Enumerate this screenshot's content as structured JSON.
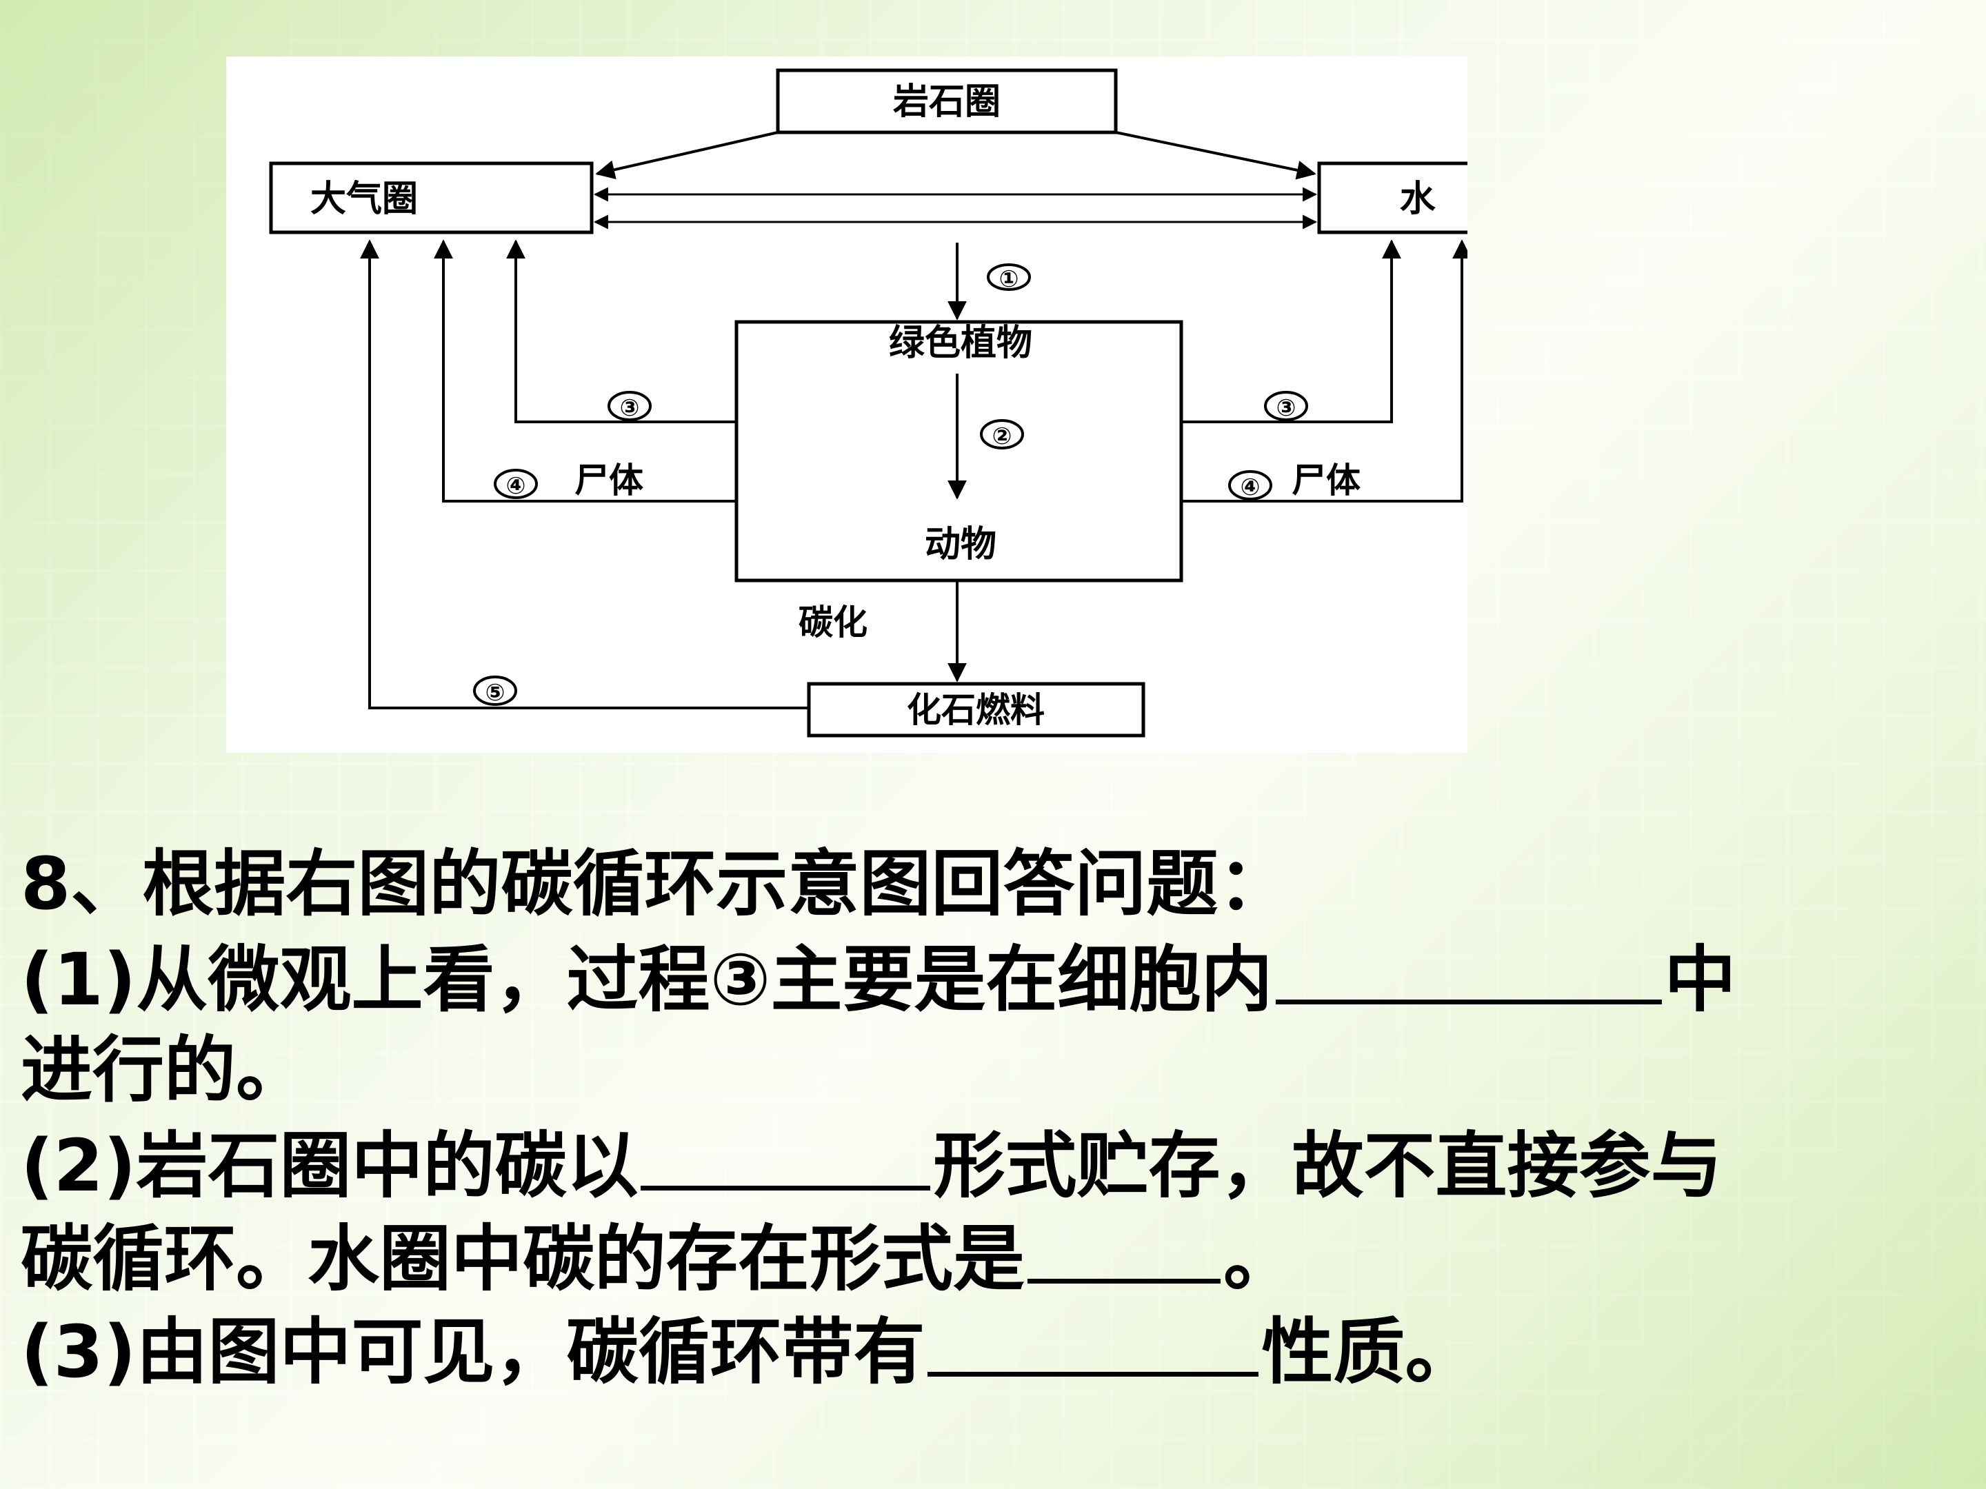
{
  "diagram": {
    "nodes": {
      "lithosphere": "岩石圈",
      "atmosphere": "大气圈",
      "hydrosphere": "水    圈",
      "plants": "绿色植物",
      "animals": "动物",
      "fossil_fuel": "化石燃料"
    },
    "edge_labels": {
      "p1": "①",
      "p2": "②",
      "p3_left": "③",
      "p3_right": "③",
      "p4_left": "④",
      "p4_right": "④",
      "corpse_left": "尸体",
      "corpse_right": "尸体",
      "carbonization": "碳化",
      "p5": "⑤"
    }
  },
  "question": {
    "title": "8、根据右图的碳循环示意图回答问题：",
    "q1_prefix": "(1)",
    "q1_text": "从微观上看，过程③主要是在细胞内",
    "q1_tail": "中",
    "q1_line2": "进行的。",
    "q2_prefix": "(2)",
    "q2_text": "岩石圈中的碳以",
    "q2_mid": "形式贮存，故不直接参与",
    "q2_line2": "碳循环。水圈中碳的存在形式是",
    "q2_end": "。",
    "q3_prefix": "(3)",
    "q3_text": "由图中可见，碳循环带有",
    "q3_tail": "性质。"
  }
}
